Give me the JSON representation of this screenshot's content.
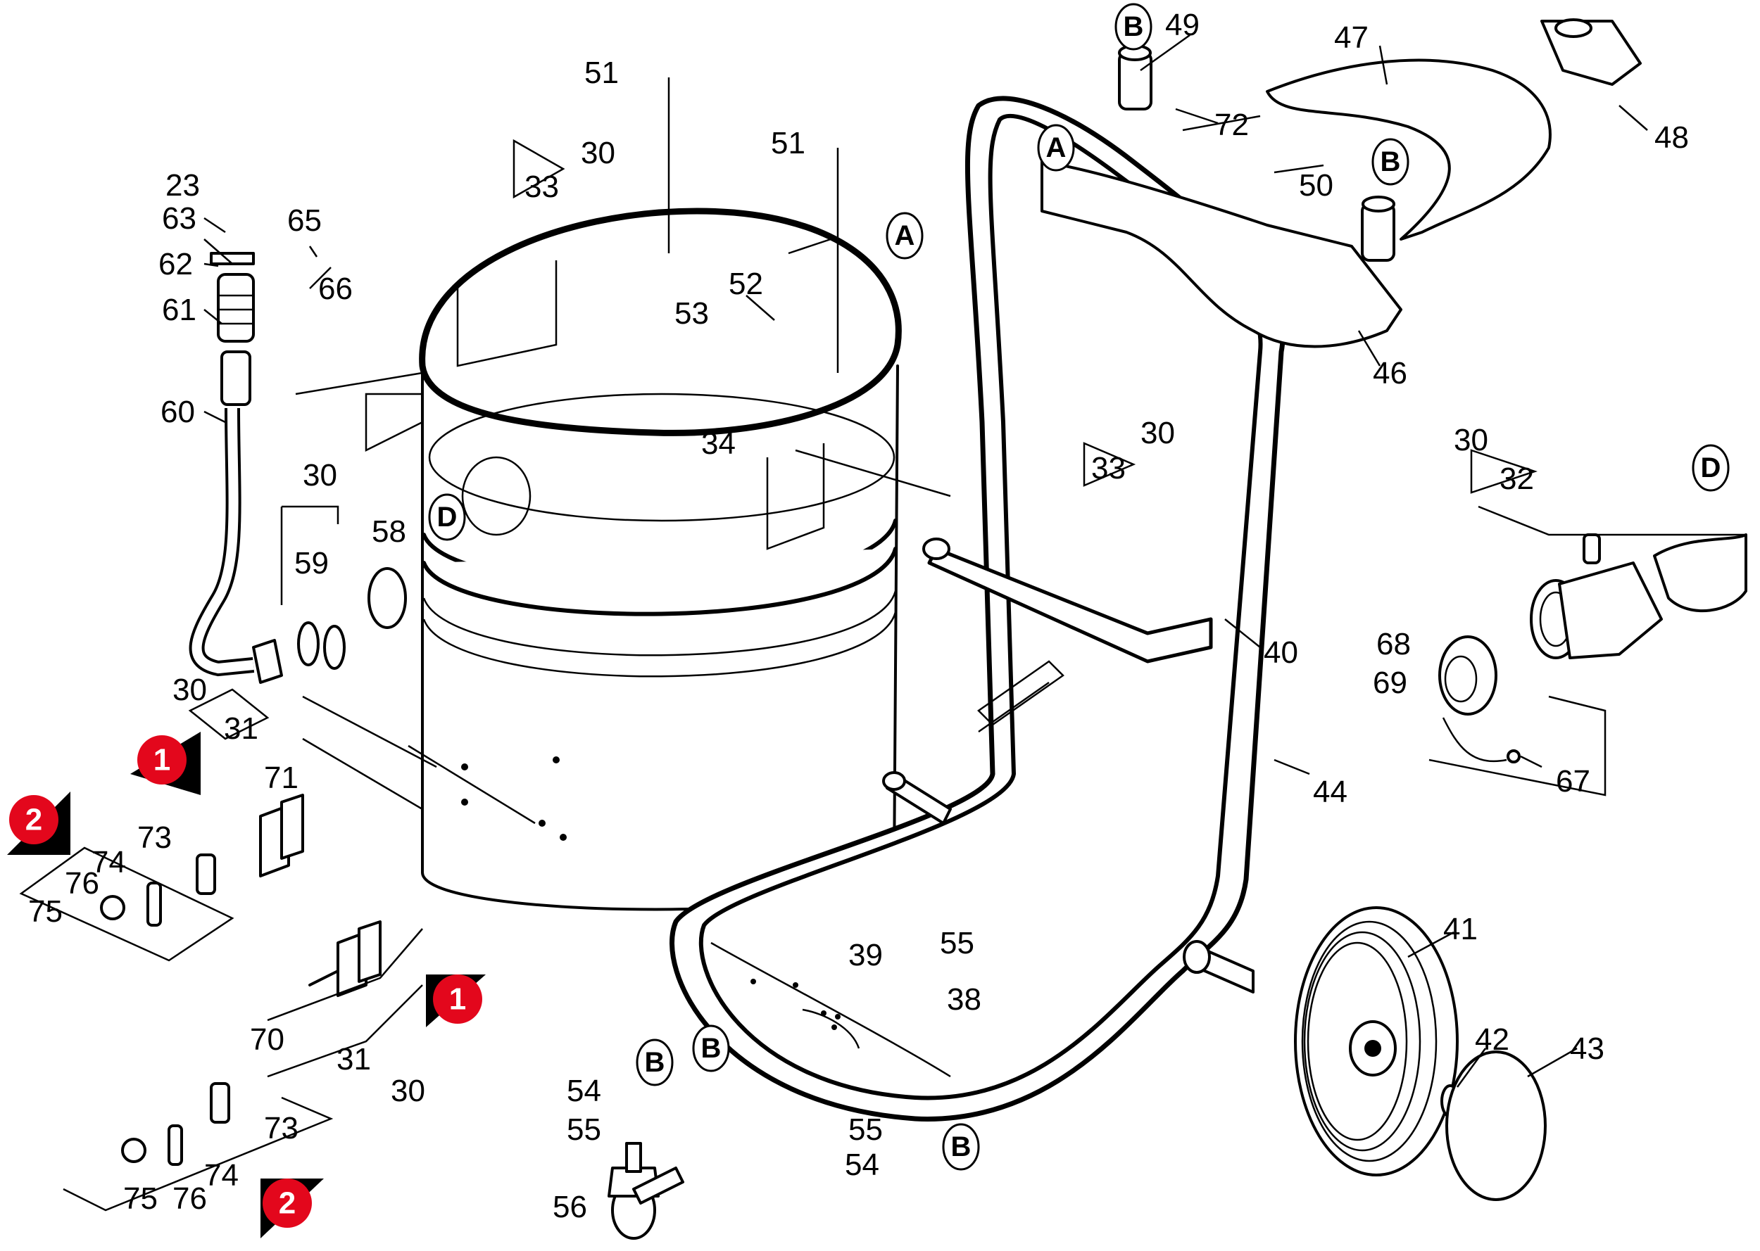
{
  "callouts": {
    "c23": "23",
    "c63": "63",
    "c62": "62",
    "c61": "61",
    "c60": "60",
    "c65": "65",
    "c66": "66",
    "c51a": "51",
    "c51b": "51",
    "c30a": "30",
    "c33a": "33",
    "c52": "52",
    "c53": "53",
    "c34": "34",
    "c30b": "30",
    "c59": "59",
    "c58": "58",
    "c30c": "30",
    "c31a": "31",
    "c71": "71",
    "c73a": "73",
    "c74a": "74",
    "c76a": "76",
    "c75a": "75",
    "c70": "70",
    "c31b": "31",
    "c30d": "30",
    "c73b": "73",
    "c74b": "74",
    "c76b": "76",
    "c75b": "75",
    "c54a": "54",
    "c55a": "55",
    "c56": "56",
    "c39": "39",
    "c55b": "55",
    "c38": "38",
    "c55c": "55",
    "c54b": "54",
    "c49": "49",
    "c72": "72",
    "c47": "47",
    "c48": "48",
    "c50": "50",
    "c46": "46",
    "c30e": "30",
    "c33b": "33",
    "c40": "40",
    "c30f": "30",
    "c32": "32",
    "c68": "68",
    "c69": "69",
    "c67": "67",
    "c44": "44",
    "c41": "41",
    "c42": "42",
    "c43": "43"
  },
  "refs": {
    "r_b1": "B",
    "r_b2": "B",
    "r_a1": "A",
    "r_a2": "A",
    "r_d1": "D",
    "r_d2": "D",
    "r_b3": "B",
    "r_b4": "B",
    "r_b5": "B"
  },
  "badges": {
    "b1a": "1",
    "b2a": "2",
    "b1b": "1",
    "b2b": "2"
  },
  "colors": {
    "badge": "#e3071c",
    "line": "#000000",
    "background": "#ffffff"
  }
}
